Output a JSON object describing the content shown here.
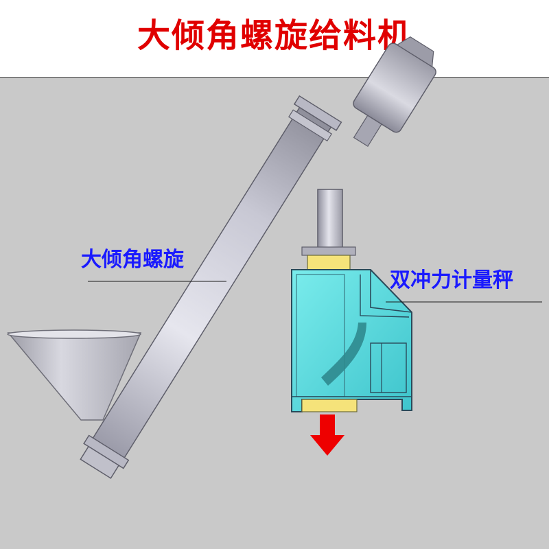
{
  "title": "大倾角螺旋给料机",
  "labels": {
    "screw": "大倾角螺旋",
    "scale": "双冲力计量秤"
  },
  "colors": {
    "title": "#e00000",
    "label": "#1a1aff",
    "background_panel": "#c9c9c9",
    "tube": "#c8c8d4",
    "hopper": "#b9b9c1",
    "scale_body": "#5fe0e0",
    "flange": "#f5e37a",
    "arrow": "#ee0000"
  },
  "icons": {
    "output_arrow": "arrow-down-icon"
  }
}
